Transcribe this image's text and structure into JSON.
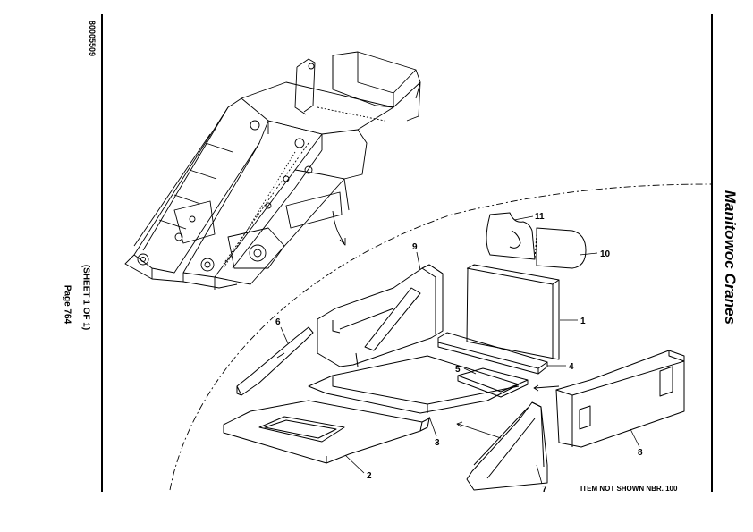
{
  "page": {
    "doc_id": "80005509",
    "sheet_label": "(SHEET 1 OF 1)",
    "page_label": "Page 764",
    "brand": "Manitowoc Cranes",
    "footnote": "ITEM NOT SHOWN NBR. 100"
  },
  "callouts": [
    {
      "id": "1",
      "label": "1"
    },
    {
      "id": "2",
      "label": "2"
    },
    {
      "id": "3",
      "label": "3"
    },
    {
      "id": "4",
      "label": "4"
    },
    {
      "id": "5",
      "label": "5"
    },
    {
      "id": "6",
      "label": "6"
    },
    {
      "id": "7",
      "label": "7"
    },
    {
      "id": "8",
      "label": "8"
    },
    {
      "id": "9",
      "label": "9"
    },
    {
      "id": "10",
      "label": "10"
    },
    {
      "id": "11",
      "label": "11"
    }
  ]
}
